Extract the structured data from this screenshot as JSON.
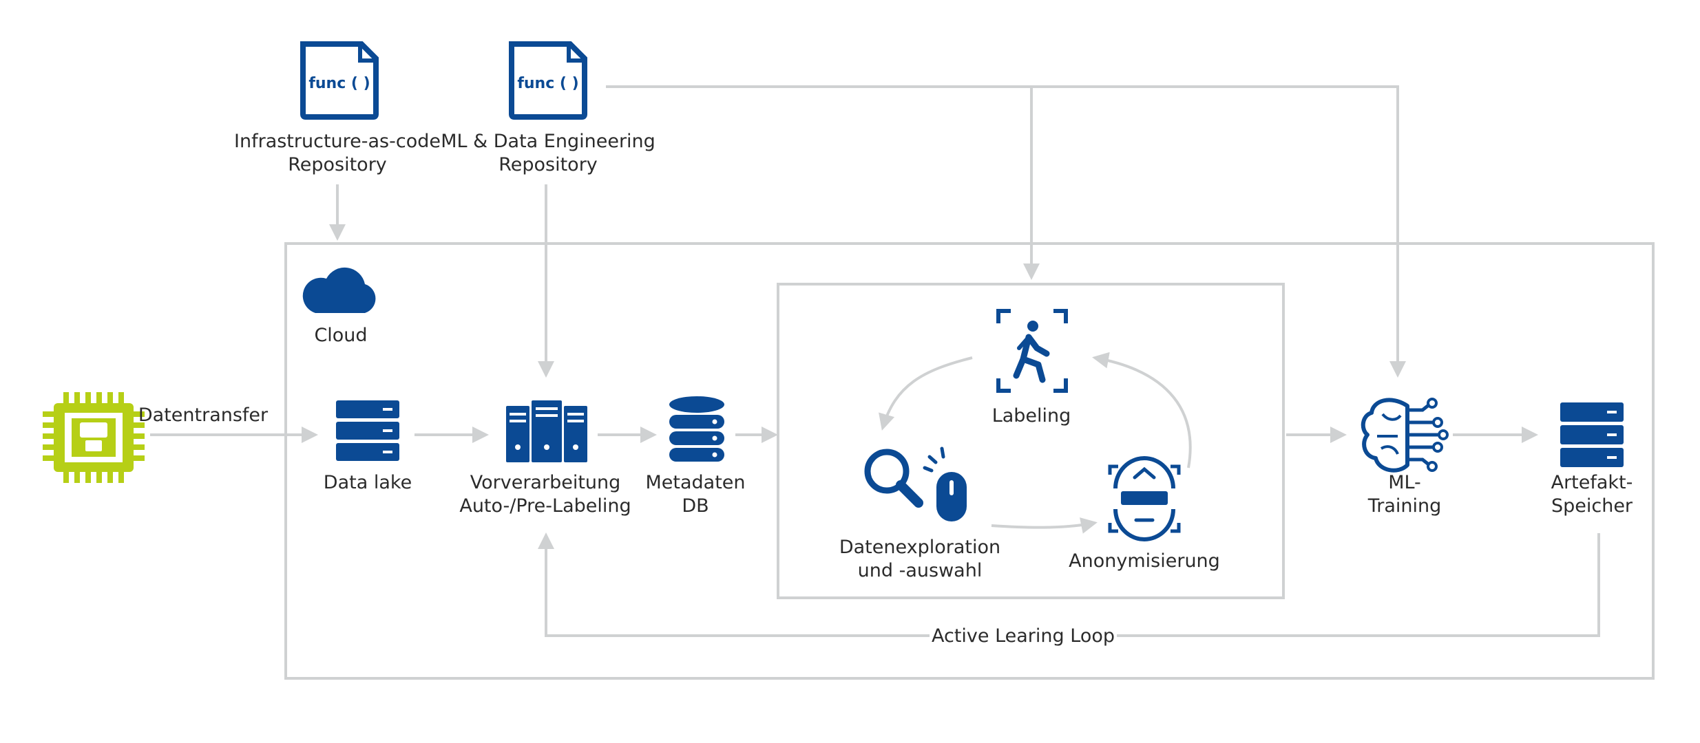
{
  "repos": {
    "iac": {
      "icon_text": "func ( )",
      "label_line1": "Infrastructure-as-code",
      "label_line2": "Repository"
    },
    "mlde": {
      "icon_text": "func ( )",
      "label_line1": "ML & Data Engineering",
      "label_line2": "Repository"
    }
  },
  "cloud": {
    "label": "Cloud"
  },
  "edge": {
    "transfer_label": "Datentransfer"
  },
  "pipeline": {
    "data_lake": "Data lake",
    "preprocessing_line1": "Vorverarbeitung",
    "preprocessing_line2": "Auto-/Pre-Labeling",
    "metadata_line1": "Metadaten",
    "metadata_line2": "DB",
    "ml_training_line1": "ML-",
    "ml_training_line2": "Training",
    "artifact_line1": "Artefakt-",
    "artifact_line2": "Speicher"
  },
  "cycle": {
    "labeling": "Labeling",
    "exploration_line1": "Datenexploration",
    "exploration_line2": "und -auswahl",
    "anonymization": "Anonymisierung"
  },
  "loop": {
    "label": "Active Learing Loop"
  },
  "colors": {
    "brand_blue": "#0b4a94",
    "lime": "#b6cf16",
    "connector_gray": "#cfd1d2"
  },
  "icons": [
    "func-file-icon",
    "cloud-icon",
    "chip-icon",
    "server-stack-icon",
    "servers-icon",
    "database-icon",
    "person-scan-icon",
    "magnifier-mouse-icon",
    "face-anonymize-icon",
    "brain-circuit-icon"
  ]
}
